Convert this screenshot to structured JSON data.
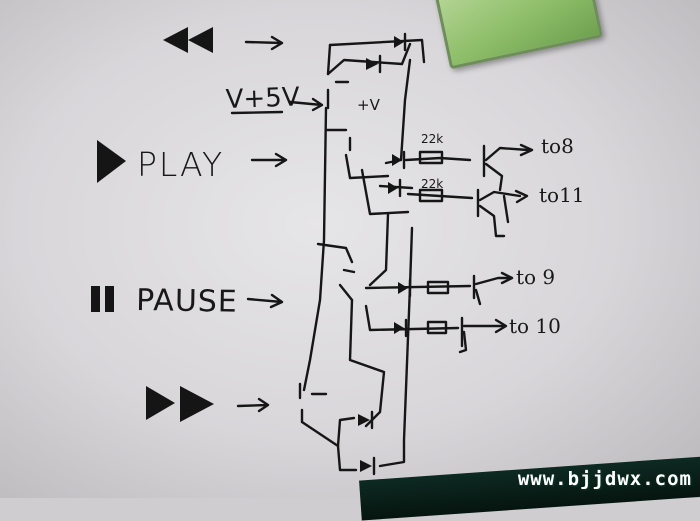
{
  "labels": {
    "supply": "V+5V",
    "plus_v": "+V",
    "play": "PLAY",
    "pause": "PAUSE",
    "r1": "22k",
    "r2": "22k",
    "out1": "to8",
    "out2": "to11",
    "out3": "to 9",
    "out4": "to 10"
  },
  "watermark": "www.bjjdwx.com",
  "icons": {
    "rewind": "rewind-icon",
    "play": "play-icon",
    "pause": "pause-icon",
    "fast_forward": "fast-forward-icon"
  },
  "colors": {
    "ink": "#161616",
    "paper": "#dedcdf",
    "lcd": "#8fbf6a",
    "watermark": "#ffffff"
  }
}
